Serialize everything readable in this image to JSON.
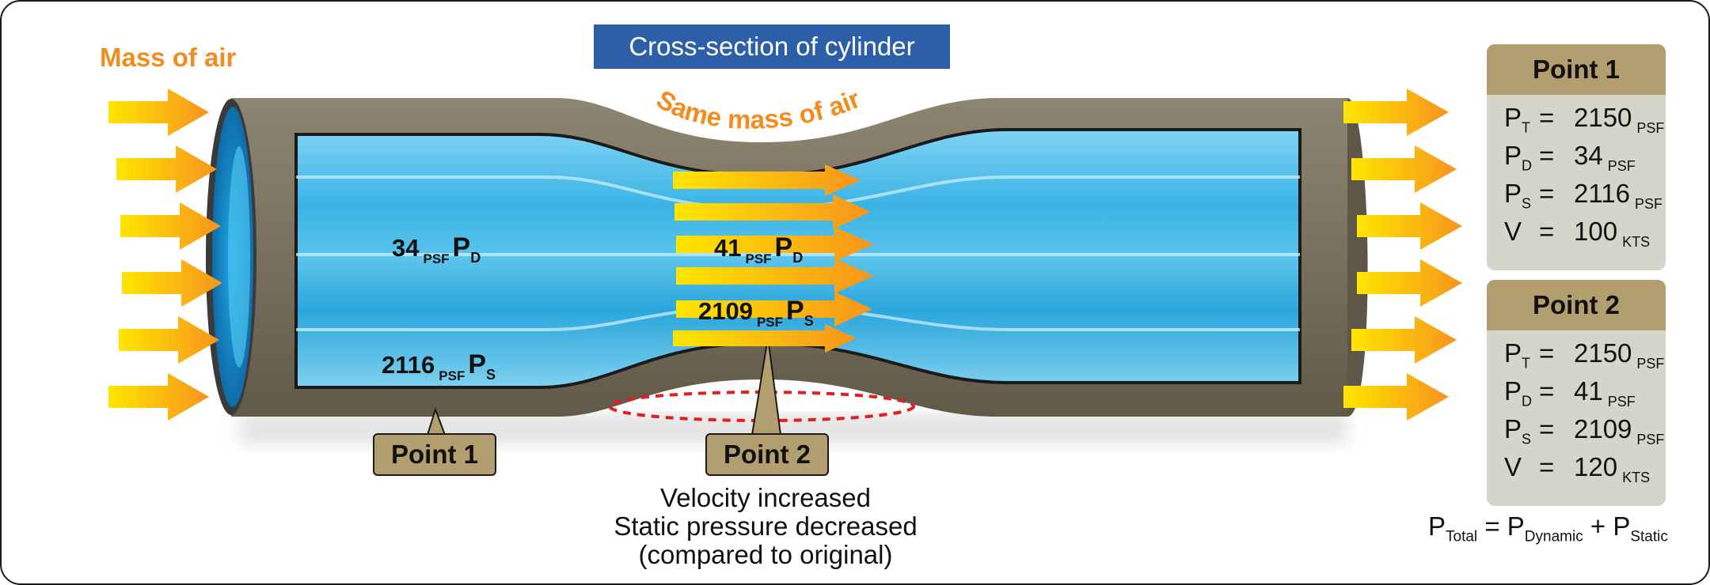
{
  "title": "Cross-section of cylinder",
  "inflow_label": "Mass of air",
  "throat_label": "Same mass of air",
  "point1": {
    "callout": "Point 1",
    "dynamic_value": "34",
    "dynamic_unit": "PSF",
    "dynamic_symbol": "P",
    "dynamic_sub": "D",
    "static_value": "2116",
    "static_unit": "PSF",
    "static_symbol": "P",
    "static_sub": "S"
  },
  "point2": {
    "callout": "Point 2",
    "dynamic_value": "41",
    "dynamic_unit": "PSF",
    "dynamic_symbol": "P",
    "dynamic_sub": "D",
    "static_value": "2109",
    "static_unit": "PSF",
    "static_symbol": "P",
    "static_sub": "S"
  },
  "note_lines": [
    "Velocity increased",
    "Static pressure decreased",
    "(compared to original)"
  ],
  "panels": [
    {
      "title": "Point 1",
      "rows": [
        {
          "symbol": "P",
          "sub": "T",
          "eq": "=",
          "value": "2150",
          "unit": "PSF"
        },
        {
          "symbol": "P",
          "sub": "D",
          "eq": "=",
          "value": "34",
          "unit": "PSF"
        },
        {
          "symbol": "P",
          "sub": "S",
          "eq": "=",
          "value": "2116",
          "unit": "PSF"
        },
        {
          "symbol": "V",
          "sub": "",
          "eq": "=",
          "value": "100",
          "unit": "KTS"
        }
      ]
    },
    {
      "title": "Point 2",
      "rows": [
        {
          "symbol": "P",
          "sub": "T",
          "eq": "=",
          "value": "2150",
          "unit": "PSF"
        },
        {
          "symbol": "P",
          "sub": "D",
          "eq": "=",
          "value": "41",
          "unit": "PSF"
        },
        {
          "symbol": "P",
          "sub": "S",
          "eq": "=",
          "value": "2109",
          "unit": "PSF"
        },
        {
          "symbol": "V",
          "sub": "",
          "eq": "=",
          "value": "120",
          "unit": "KTS"
        }
      ]
    }
  ],
  "formula": {
    "lhs": "P",
    "lhs_sub": "Total",
    "eq": "=",
    "a": "P",
    "a_sub": "Dynamic",
    "plus": "+",
    "b": "P",
    "b_sub": "Static"
  },
  "colors": {
    "title_bg": "#2d5fa8",
    "accent_orange": "#f28c1e",
    "tube_wall": "#7b725f",
    "air": "#35b4e6",
    "callout": "#b39e70",
    "panel": "#d6d5ca",
    "low_pressure_marker": "#e02020"
  },
  "icons": [
    "inflow-arrow",
    "outflow-arrow",
    "throat-flow-arrow",
    "low-pressure-ellipse"
  ]
}
